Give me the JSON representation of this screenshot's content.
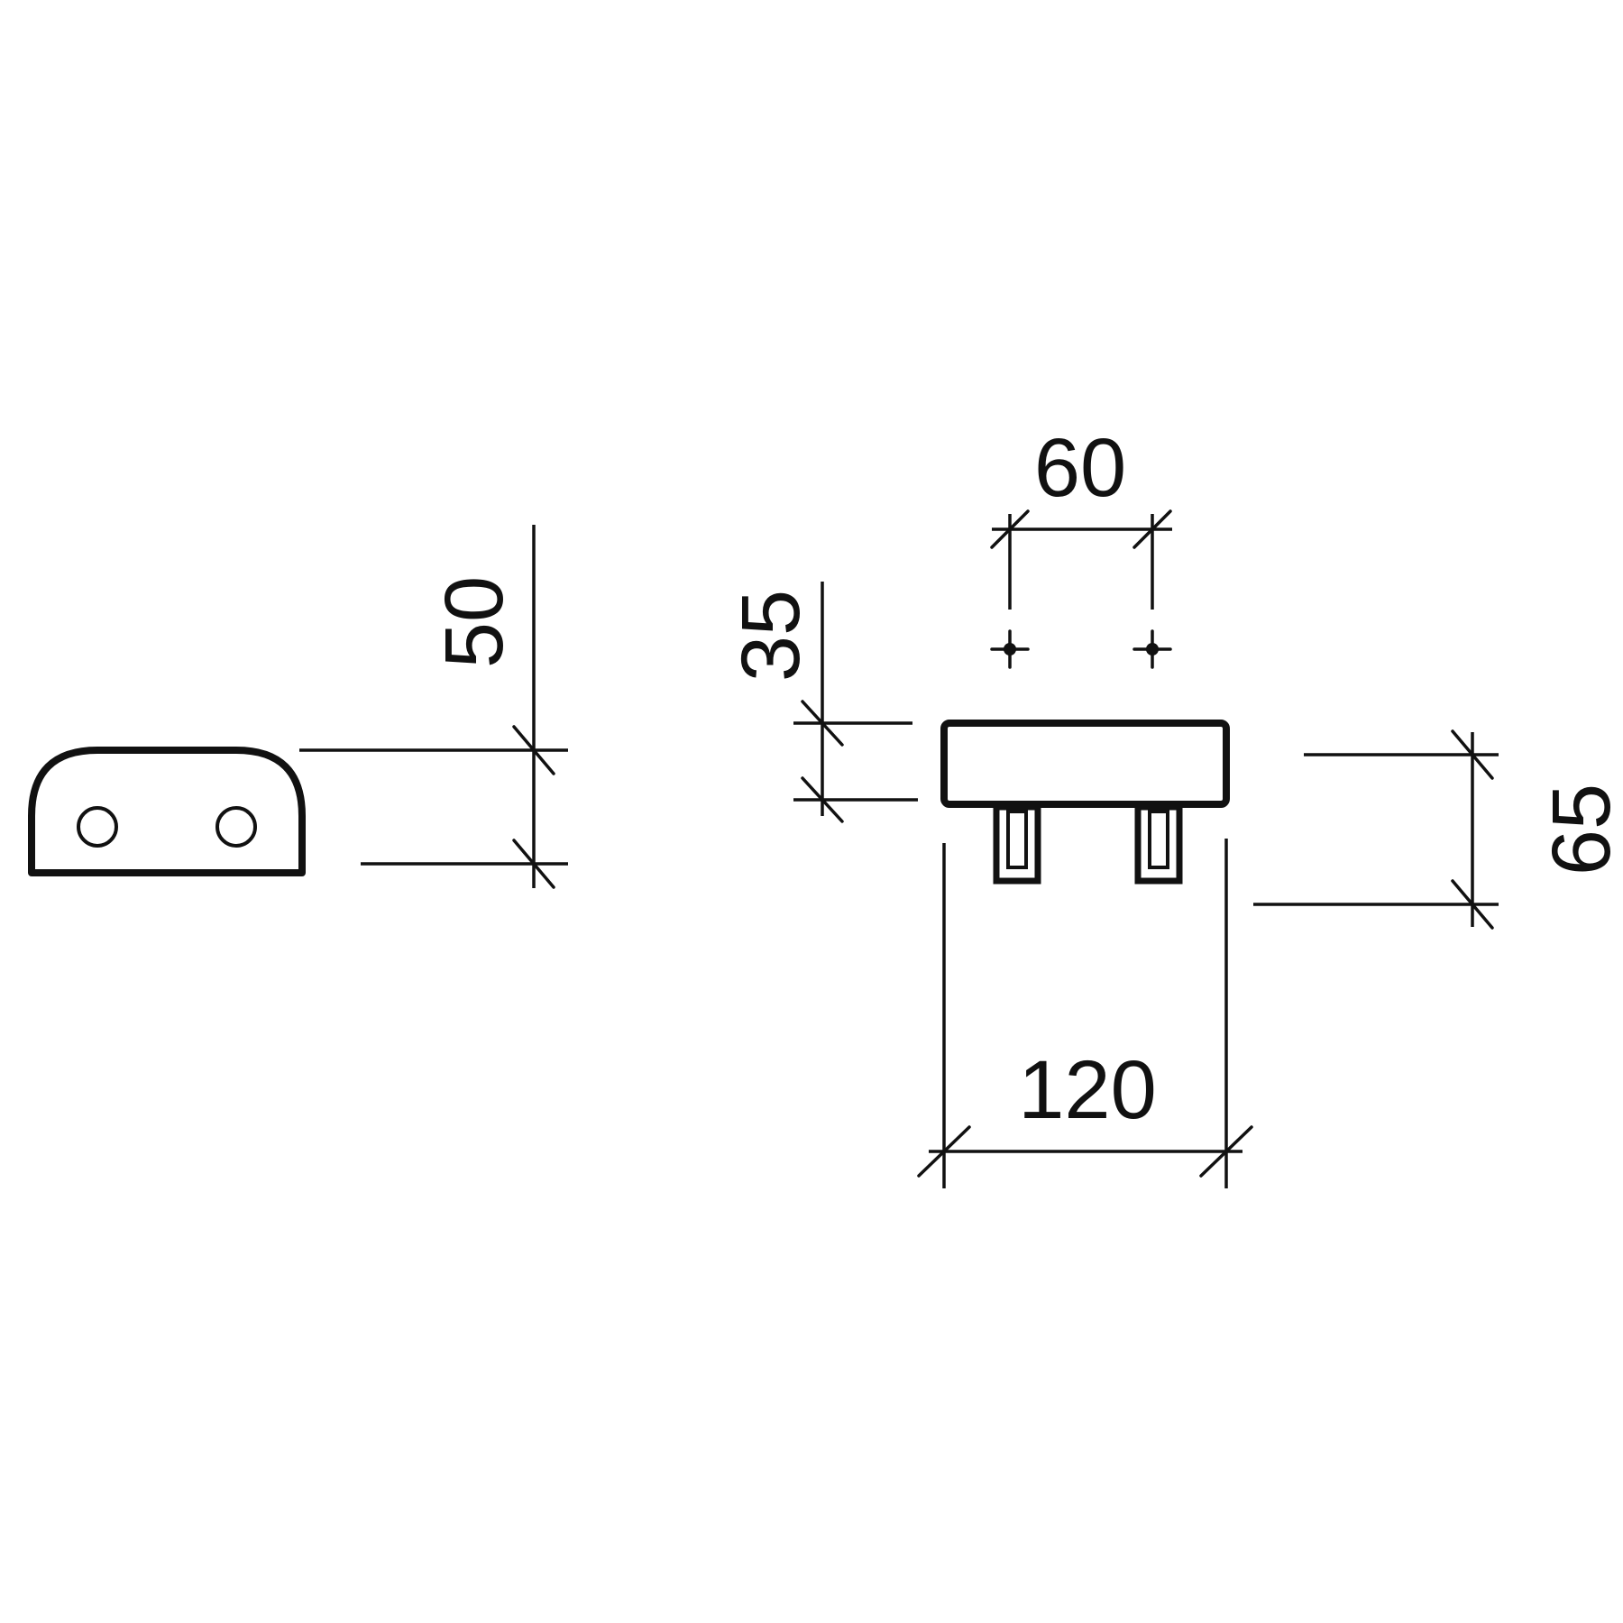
{
  "drawing": {
    "dimensions": {
      "height_side_view": "50",
      "thickness_front_view": "35",
      "hole_spacing": "60",
      "depth": "65",
      "width": "120"
    }
  }
}
